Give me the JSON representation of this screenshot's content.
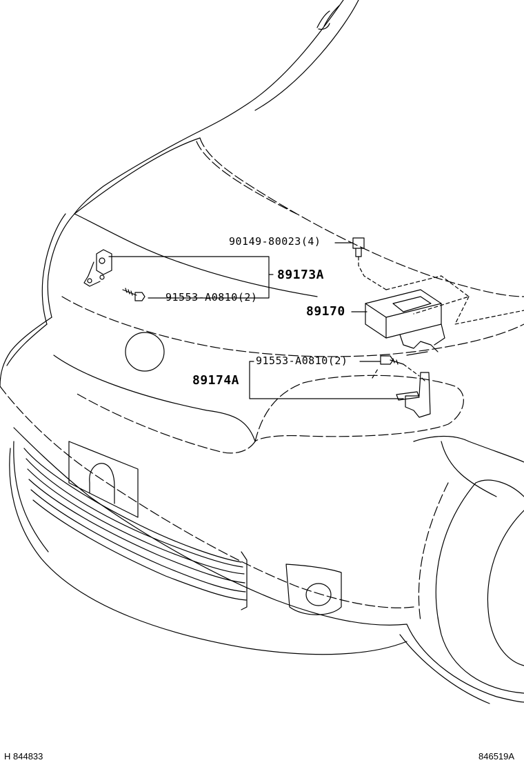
{
  "parts": {
    "bolt_90149": "90149-80023(4)",
    "sensor_89173A": "89173A",
    "screw_sensor_91553": "91553-A0810(2)",
    "ecu_89170": "89170",
    "screw_bracket_91553": "91553-A0810(2)",
    "sensor_89174A": "89174A"
  },
  "footer": {
    "left_code": "H 844833",
    "right_code": "846519A"
  }
}
